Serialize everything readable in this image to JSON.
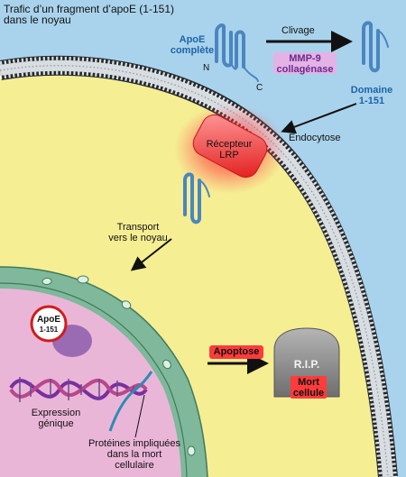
{
  "title": {
    "line1": "Trafic d’un fragment d’apoE (1-151)",
    "line2": "dans le noyau"
  },
  "labels": {
    "apoe_complete_1": "ApoE",
    "apoe_complete_2": "complète",
    "n_terminal": "N",
    "c_terminal": "C",
    "cleavage": "Clivage",
    "mmp9_1": "MMP-9",
    "mmp9_2": "collagénase",
    "domain_1": "Domaine",
    "domain_2": "1-151",
    "endocytosis": "Endocytose",
    "receptor_1": "Récepteur",
    "receptor_2": "LRP",
    "transport_1": "Transport",
    "transport_2": "vers le noyau",
    "apoe_badge_1": "ApoE",
    "apoe_badge_2": "1-151",
    "expression_1": "Expression",
    "expression_2": "génique",
    "proteins_1": "Protéines impliquées",
    "proteins_2": "dans la mort",
    "proteins_3": "cellulaire",
    "apoptosis": "Apoptose",
    "rip": "R.I.P.",
    "death_1": "Mort",
    "death_2": "cellule"
  },
  "colors": {
    "extracellular": "#a9d3ec",
    "cytoplasm": "#f6ee93",
    "nuclear_envelope": "#7fb89a",
    "nucleoplasm": "#eab6d8",
    "membrane_head": "#3c7fb2",
    "receptor_glow": "#ff3a3a",
    "protein_blue": "#4a86c0",
    "mmp9_bg": "#e3b3e6",
    "apoptosis_bg": "#ff3b3b",
    "tombstone": "#8a8a8a"
  }
}
